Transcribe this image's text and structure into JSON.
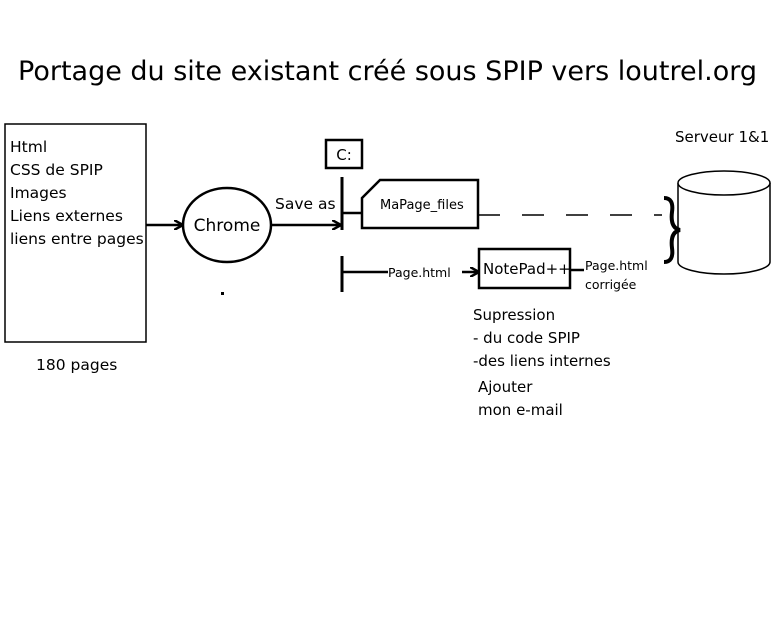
{
  "title": "Portage du site existant créé sous SPIP vers loutrel.org",
  "source_box": {
    "items": [
      "Html",
      "CSS de SPIP",
      "Images",
      "Liens externes",
      "liens entre pages"
    ],
    "caption": "180 pages"
  },
  "browser": {
    "label": "Chrome",
    "action": "Save as"
  },
  "drive": {
    "label": "C:"
  },
  "folder": {
    "label": "MaPage_files"
  },
  "page_file": {
    "label": "Page.html"
  },
  "editor": {
    "label": "NotePad++"
  },
  "output_file": {
    "line1": "Page.html",
    "line2": "corrigée"
  },
  "server": {
    "label": "Serveur 1&1"
  },
  "notes": [
    "Supression",
    "- du code SPIP",
    "-des liens internes",
    "Ajouter",
    "mon e-mail"
  ]
}
